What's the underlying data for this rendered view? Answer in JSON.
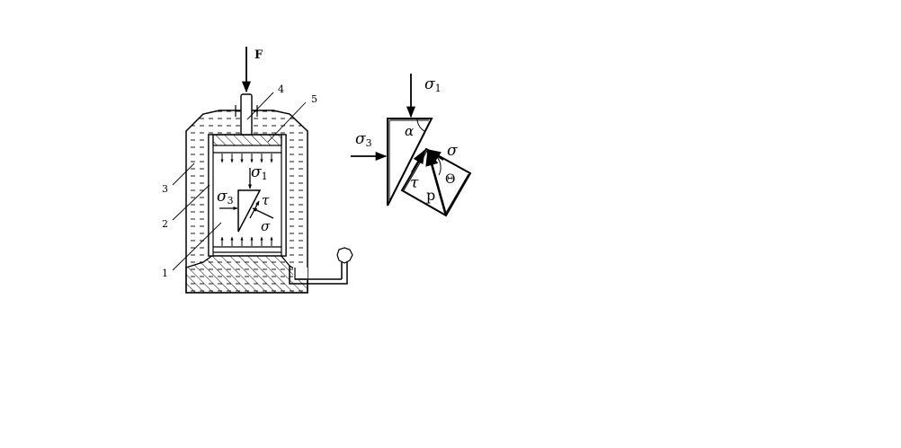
{
  "labels": {
    "force": "F",
    "part1": "1",
    "part2": "2",
    "part3": "3",
    "part4": "4",
    "part5": "5"
  },
  "left_element": {
    "sigma1": "σ",
    "sigma1_sub": "1",
    "sigma3": "σ",
    "sigma3_sub": "3",
    "tau": "τ",
    "sigma": "σ"
  },
  "right_element": {
    "sigma1": "σ",
    "sigma1_sub": "1",
    "sigma3": "σ",
    "sigma3_sub": "3",
    "alpha": "α",
    "sigma": "σ",
    "tau": "τ",
    "p": "p",
    "theta": "Θ"
  },
  "colors": {
    "ink": "#000000",
    "background": "#ffffff"
  }
}
